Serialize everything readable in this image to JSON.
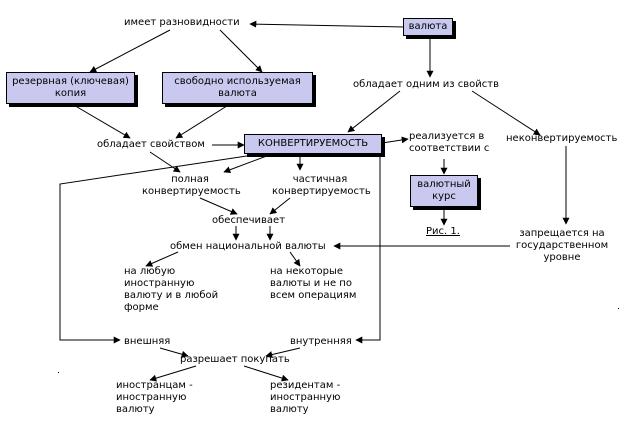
{
  "nodes": {
    "currency": "валюта",
    "has_varieties": "имеет разновидности",
    "reserve_1": "резервная (ключевая)",
    "reserve_2": "копия",
    "free_1": "свободно используемая",
    "free_2": "валюта",
    "has_property_one_of": "обладает одним из свойств",
    "has_property": "обладает свойством",
    "convertibility": "КОНВЕРТИРУЕМОСТЬ",
    "implemented_1": "реализуется в",
    "implemented_2": "соответствии с",
    "nonconvertibility": "неконвертируемость",
    "full_1": "полная",
    "full_2": "конвертируемость",
    "partial_1": "частичная",
    "partial_2": "конвертируемость",
    "exchange_rate_1": "валютный",
    "exchange_rate_2": "курс",
    "provides": "обеспечивает",
    "fig_label": "Рис. 1.",
    "prohibited_1": "запрещается на",
    "prohibited_2": "государственном",
    "prohibited_3": "уровне",
    "exchange": "обмен национальной валюты",
    "any_1": "на любую",
    "any_2": "иностранную",
    "any_3": "валюту и в любой",
    "any_4": "форме",
    "some_1": "на некоторые",
    "some_2": "валюты и не по",
    "some_3": "всем операциям",
    "external": "внешняя",
    "internal": "внутренняя",
    "allows_buy": "разрешает покупать",
    "foreigners_1": "иностранцам -",
    "foreigners_2": "иностранную",
    "foreigners_3": "валюту",
    "residents_1": "резидентам -",
    "residents_2": "иностранную",
    "residents_3": "валюту"
  }
}
